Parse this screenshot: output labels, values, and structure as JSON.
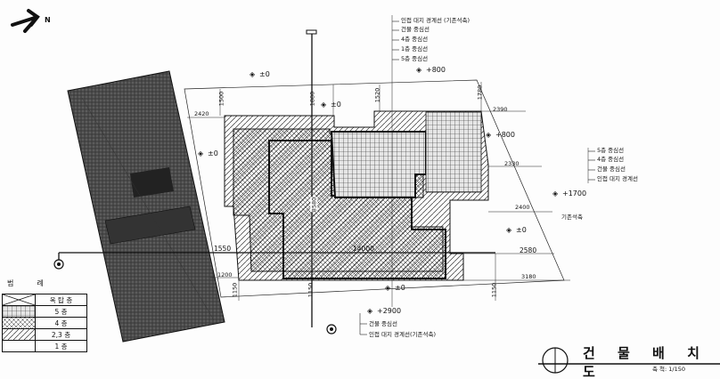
{
  "title": "건 물 배 치 도",
  "scale": "축 척: 1/150",
  "north_label": "N",
  "legend": {
    "header": [
      "범",
      "례"
    ],
    "items": [
      {
        "pattern": "cross",
        "label": "옥 탑 층"
      },
      {
        "pattern": "grid",
        "label": "5 층"
      },
      {
        "pattern": "cross-fine",
        "label": "4 층"
      },
      {
        "pattern": "diag",
        "label": "2,3 층"
      },
      {
        "pattern": "empty",
        "label": "1 층"
      }
    ]
  },
  "top_annotations": [
    "인접 대지 경계선 (기존석축)",
    "건물 중심선",
    "4층 중심선",
    "1층 중심선",
    "5층 중심선"
  ],
  "right_annotations": [
    "5층 중심선",
    "4층 중심선",
    "건물 중심선",
    "인접 대지 경계선"
  ],
  "bottom_annotations": [
    "건물 중심선",
    "인접 대지 경계선(기존석축)"
  ],
  "right_side_label": "기존석축",
  "levels": [
    "±0",
    "±0",
    "±0",
    "+800",
    "+800",
    "+1700",
    "±0",
    "+2900",
    "±0"
  ],
  "dimensions": {
    "d1500": "1500",
    "d1880": "1880",
    "d1520": "1520",
    "d1780": "1780",
    "d2420": "2420",
    "d2390": "2390",
    "d2330": "2330",
    "d2400": "2400",
    "d2580": "2580",
    "d1550": "1550",
    "d14000": "14000",
    "d1200": "1200",
    "d3180": "3180",
    "d1150a": "1150",
    "d1150b": "1150",
    "d1150c": "1150",
    "d8580": "8580"
  }
}
